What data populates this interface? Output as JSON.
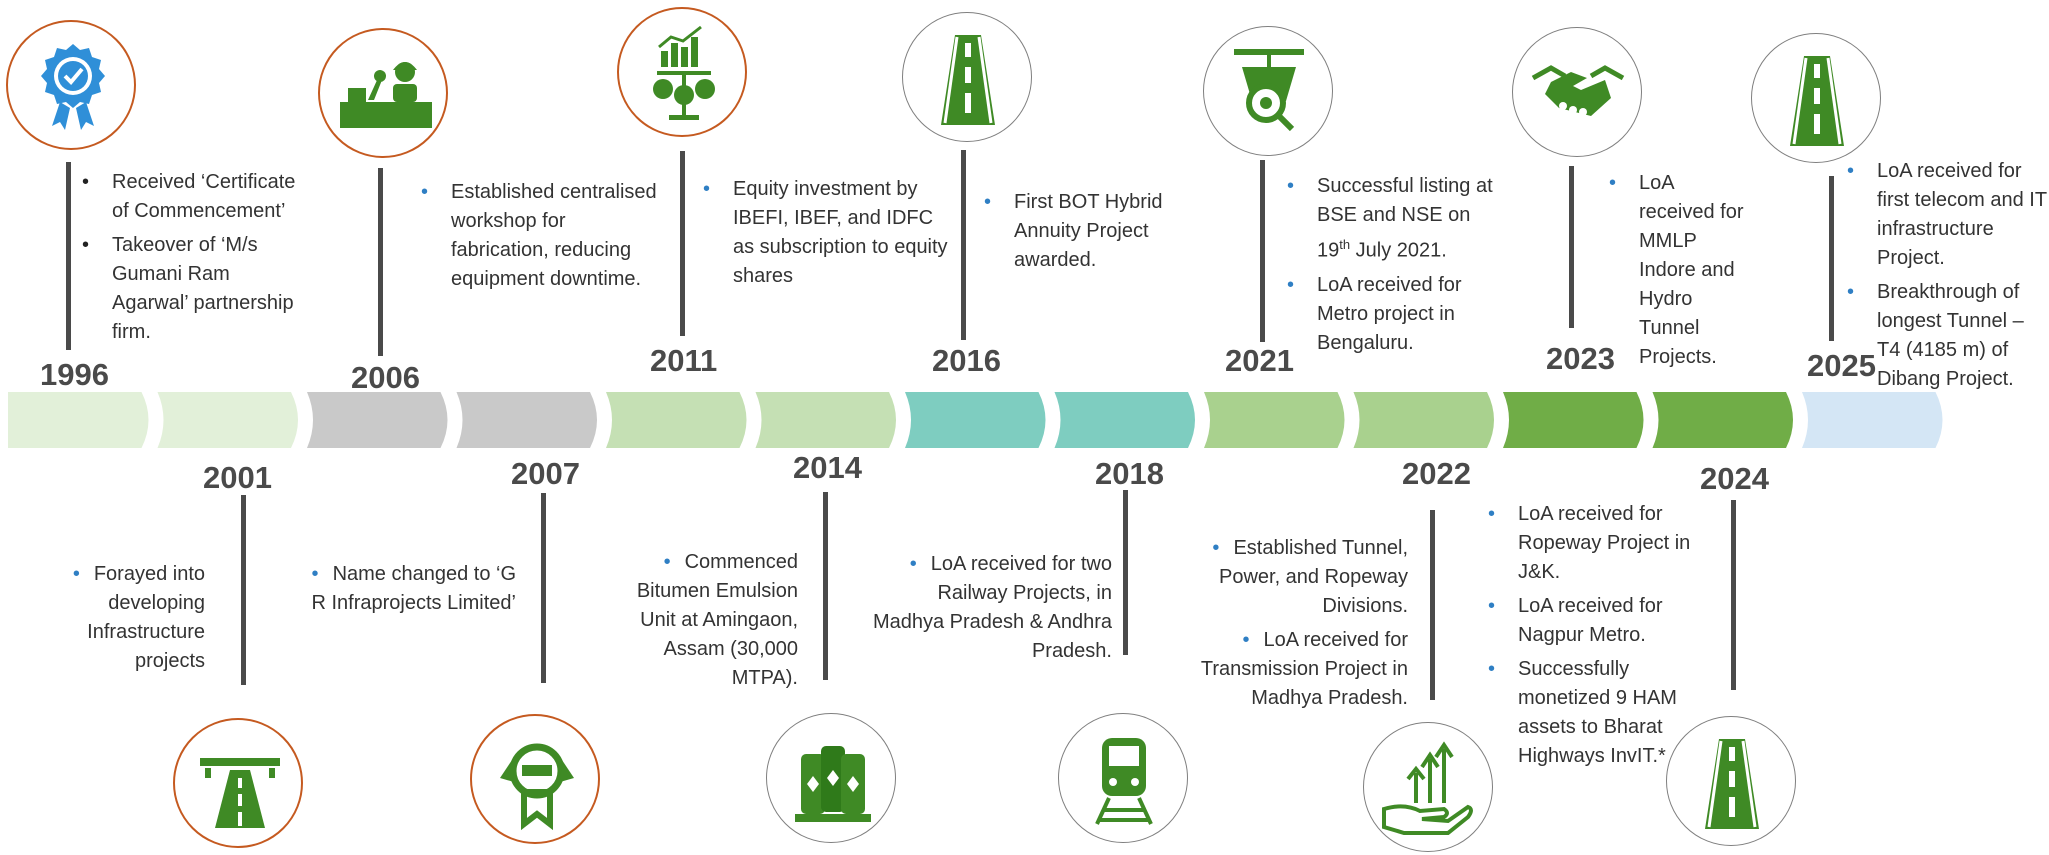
{
  "milestones": [
    {
      "year": "1996",
      "events": [
        "Received ‘Certificate of Commencement’",
        "Takeover of  ‘M/s Gumani Ram Agarwal’ partnership firm."
      ],
      "icon": "certificate-badge-icon",
      "segment_color": "#e2f0d9"
    },
    {
      "year": "2001",
      "events": [
        "Forayed into developing Infrastructure projects"
      ],
      "icon": "highway-icon",
      "segment_color": "#e2f0d9"
    },
    {
      "year": "2006",
      "events": [
        "Established centralised workshop for fabrication, reducing equipment downtime."
      ],
      "icon": "workshop-worker-icon",
      "segment_color": "#c9c9c9"
    },
    {
      "year": "2007",
      "events": [
        "Name changed to ‘G R Infraprojects Limited’"
      ],
      "icon": "award-ribbon-icon",
      "segment_color": "#c9c9c9"
    },
    {
      "year": "2011",
      "events": [
        "Equity investment by IBEFI, IBEF, and IDFC as subscription to equity shares"
      ],
      "icon": "investment-growth-icon",
      "segment_color": "#c5e0b4"
    },
    {
      "year": "2014",
      "events": [
        "Commenced Bitumen Emulsion Unit at Amingaon, Assam (30,000 MTPA)."
      ],
      "icon": "bitumen-tanks-icon",
      "segment_color": "#c5e0b4"
    },
    {
      "year": "2016",
      "events": [
        "First BOT Hybrid Annuity Project awarded."
      ],
      "icon": "road-icon",
      "segment_color": "#7ecdc0"
    },
    {
      "year": "2018",
      "events": [
        "LoA received for two Railway Projects, in Madhya Pradesh & Andhra Pradesh."
      ],
      "icon": "train-icon",
      "segment_color": "#7ecdc0"
    },
    {
      "year": "2021",
      "events": [
        "Successful listing at BSE and NSE on 19th July 2021.",
        "LoA received for Metro project in Bengaluru."
      ],
      "icon": "ropeway-tunnel-icon",
      "segment_color": "#a9d18e"
    },
    {
      "year": "2022",
      "events": [
        "Established Tunnel, Power, and Ropeway Divisions.",
        "LoA received for Transmission Project in Madhya Pradesh."
      ],
      "icon": "growth-hand-icon",
      "segment_color": "#a9d18e"
    },
    {
      "year": "2023",
      "events": [
        "LoA received for MMLP Indore  and Hydro Tunnel Projects."
      ],
      "icon": "handshake-icon",
      "segment_color": "#70ad47"
    },
    {
      "year": "2024",
      "events": [
        "LoA received for Ropeway Project in J&K.",
        "LoA received for Nagpur Metro.",
        "Successfully monetized 9 HAM assets to Bharat Highways InvIT.*"
      ],
      "icon": "road-icon",
      "segment_color": "#70ad47"
    },
    {
      "year": "2025",
      "events": [
        "LoA received for first telecom and IT infrastructure Project.",
        "Breakthrough of longest Tunnel – T4 (4185 m) of Dibang Project."
      ],
      "icon": "road-icon",
      "segment_color": "#d4e6f5"
    }
  ],
  "colors": {
    "icon_green": "#3f8a25",
    "accent_orange": "#c55a20",
    "bullet_blue": "#2f7fc4",
    "stick_gray": "#4a4a4a"
  }
}
